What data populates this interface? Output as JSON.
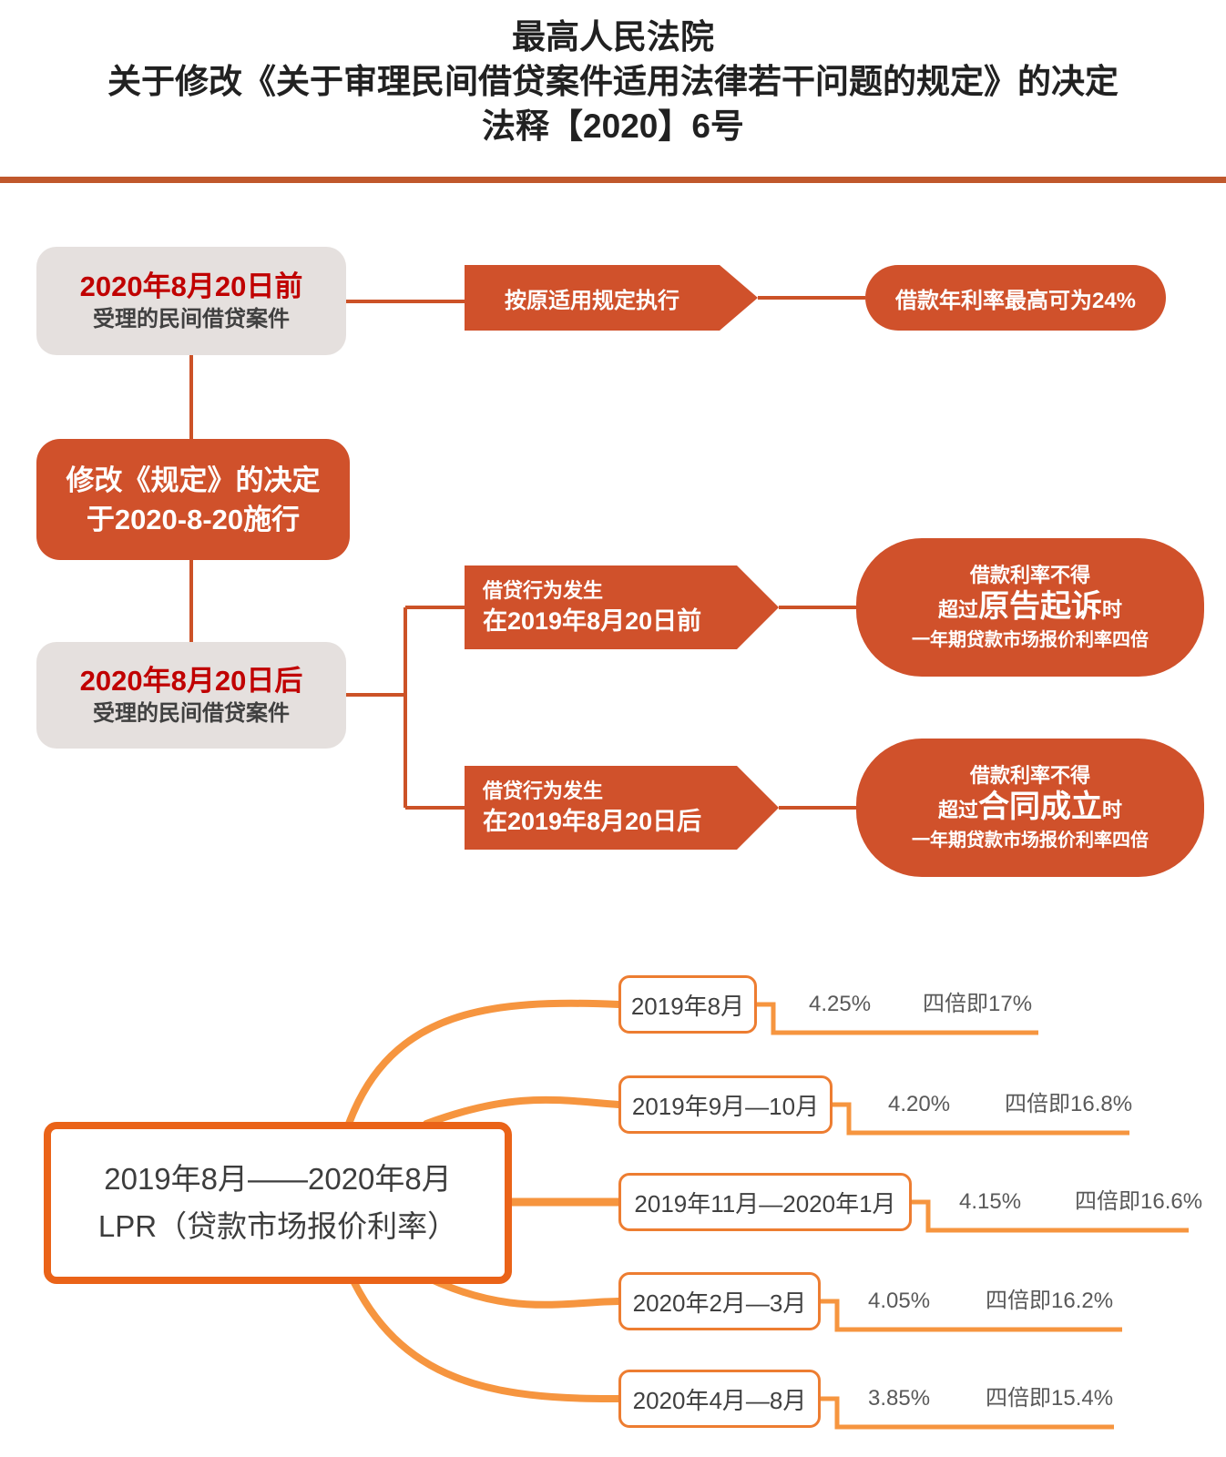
{
  "title": {
    "line1": "最高人民法院",
    "line2": "关于修改《关于审理民间借贷案件适用法律若干问题的规定》的决定",
    "line3": "法释【2020】6号"
  },
  "colors": {
    "deep_orange": "#D0512B",
    "light_orange": "#F6953F",
    "hub_border": "#EA6318",
    "month_box_border": "#ED7D31",
    "red_text": "#C00000",
    "gray_box_bg": "#E5E0DE",
    "dark_text": "#404040",
    "divider": "#C0582C"
  },
  "flowchart": {
    "case_before": {
      "date": "2020年8月20日前",
      "desc": "受理的民间借贷案件"
    },
    "rule_old": "按原适用规定执行",
    "result_old": "借款年利率最高可为24%",
    "amendment": {
      "line1": "修改《规定》的决定",
      "line2": "于2020-8-20施行"
    },
    "case_after": {
      "date": "2020年8月20日后",
      "desc": "受理的民间借贷案件"
    },
    "branch_before": {
      "line1": "借贷行为发生",
      "line2": "在2019年8月20日前"
    },
    "result_before": {
      "line1": "借款利率不得",
      "prefix": "超过",
      "emph": "原告起诉",
      "suffix": "时",
      "line3": "一年期贷款市场报价利率四倍"
    },
    "branch_after": {
      "line1": "借贷行为发生",
      "line2": "在2019年8月20日后"
    },
    "result_after": {
      "line1": "借款利率不得",
      "prefix": "超过",
      "emph": "合同成立",
      "suffix": "时",
      "line3": "一年期贷款市场报价利率四倍"
    }
  },
  "lpr": {
    "hub": {
      "line1": "2019年8月——2020年8月",
      "line2": "LPR（贷款市场报价利率）"
    },
    "rows": [
      {
        "period": "2019年8月",
        "rate": "4.25%",
        "quadruple": "四倍即17%"
      },
      {
        "period": "2019年9月—10月",
        "rate": "4.20%",
        "quadruple": "四倍即16.8%"
      },
      {
        "period": "2019年11月—2020年1月",
        "rate": "4.15%",
        "quadruple": "四倍即16.6%"
      },
      {
        "period": "2020年2月—3月",
        "rate": "4.05%",
        "quadruple": "四倍即16.2%"
      },
      {
        "period": "2020年4月—8月",
        "rate": "3.85%",
        "quadruple": "四倍即15.4%"
      }
    ]
  }
}
